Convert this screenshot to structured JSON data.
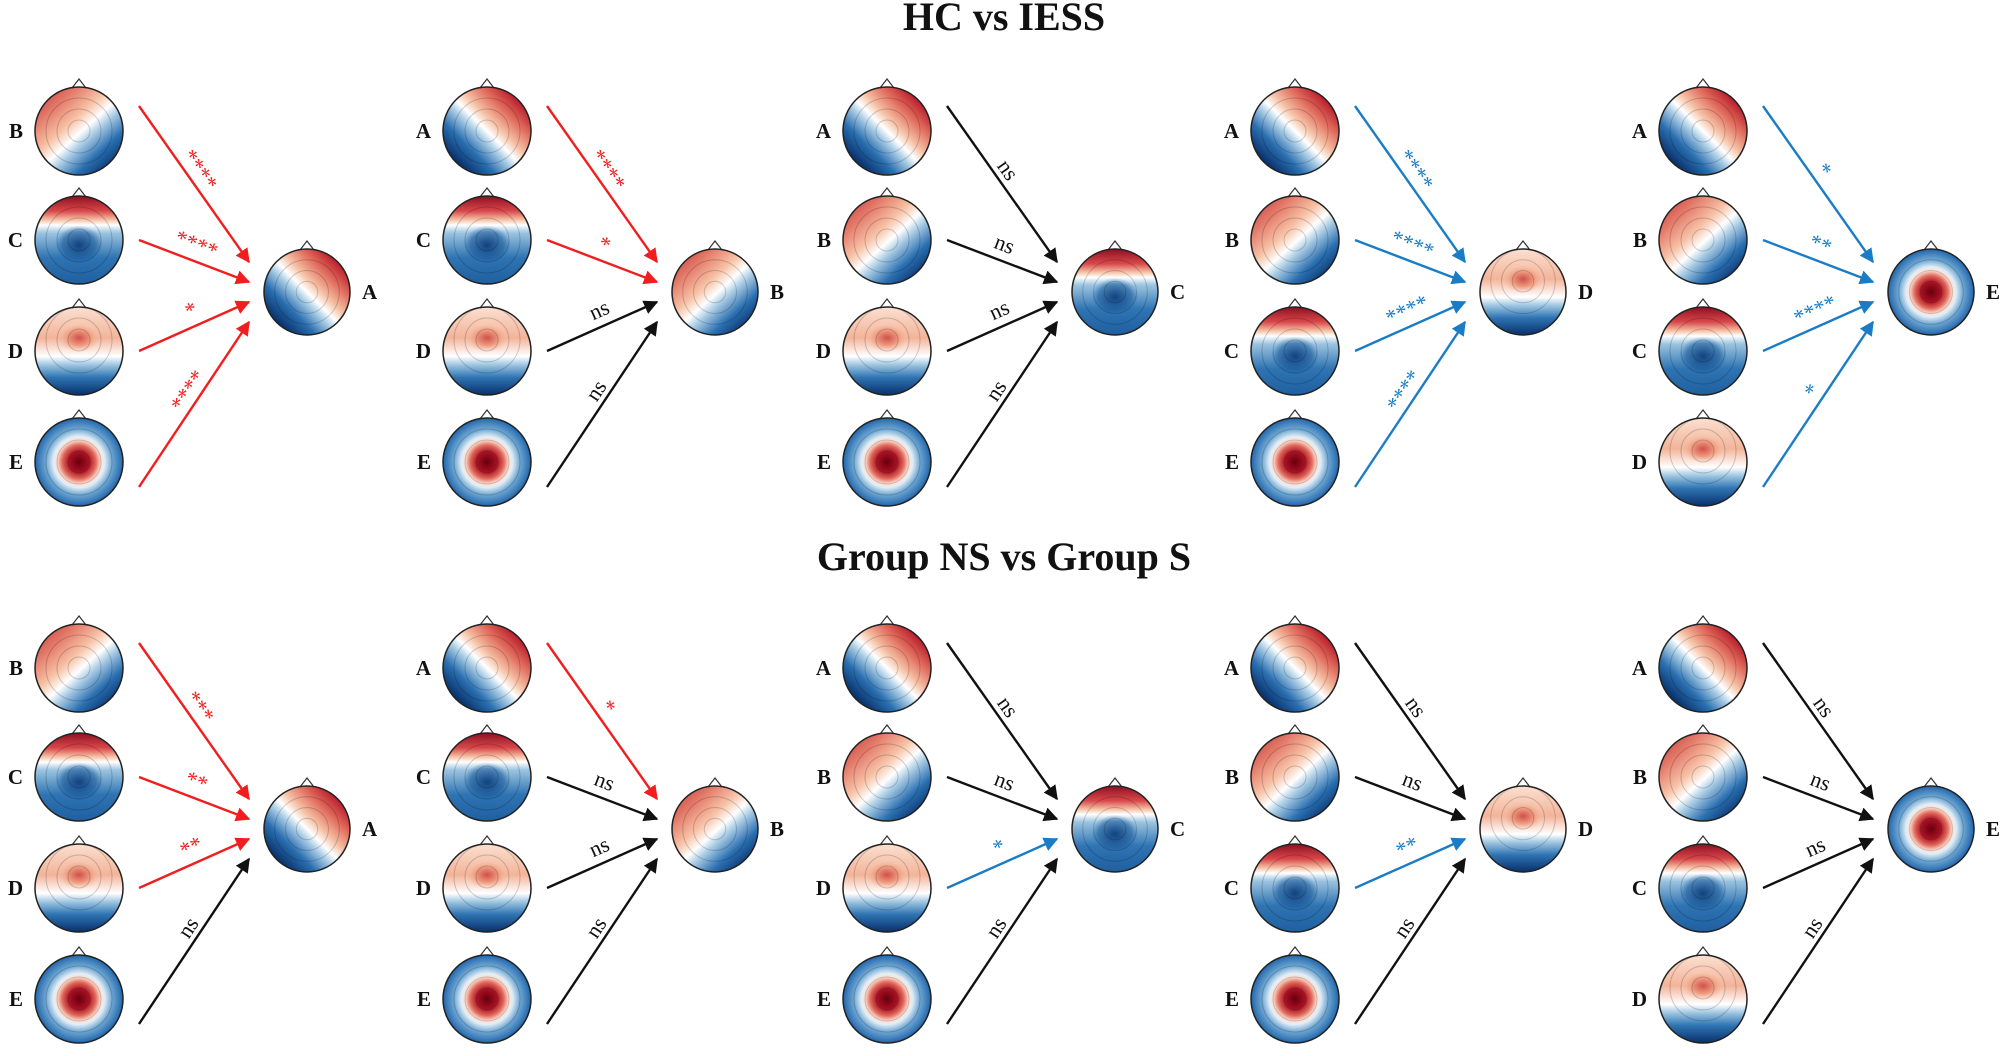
{
  "sections": [
    {
      "title": "HC vs IESS",
      "panels": [
        {
          "target": "A",
          "sources": [
            {
              "label": "B",
              "sig": "****",
              "dir": "up"
            },
            {
              "label": "C",
              "sig": "****",
              "dir": "up"
            },
            {
              "label": "D",
              "sig": "*",
              "dir": "up"
            },
            {
              "label": "E",
              "sig": "****",
              "dir": "up"
            }
          ]
        },
        {
          "target": "B",
          "sources": [
            {
              "label": "A",
              "sig": "****",
              "dir": "up"
            },
            {
              "label": "C",
              "sig": "*",
              "dir": "up"
            },
            {
              "label": "D",
              "sig": "ns",
              "dir": "ns"
            },
            {
              "label": "E",
              "sig": "ns",
              "dir": "ns"
            }
          ]
        },
        {
          "target": "C",
          "sources": [
            {
              "label": "A",
              "sig": "ns",
              "dir": "ns"
            },
            {
              "label": "B",
              "sig": "ns",
              "dir": "ns"
            },
            {
              "label": "D",
              "sig": "ns",
              "dir": "ns"
            },
            {
              "label": "E",
              "sig": "ns",
              "dir": "ns"
            }
          ]
        },
        {
          "target": "D",
          "sources": [
            {
              "label": "A",
              "sig": "****",
              "dir": "down"
            },
            {
              "label": "B",
              "sig": "****",
              "dir": "down"
            },
            {
              "label": "C",
              "sig": "****",
              "dir": "down"
            },
            {
              "label": "E",
              "sig": "****",
              "dir": "down"
            }
          ]
        },
        {
          "target": "E",
          "sources": [
            {
              "label": "A",
              "sig": "*",
              "dir": "down"
            },
            {
              "label": "B",
              "sig": "**",
              "dir": "down"
            },
            {
              "label": "C",
              "sig": "****",
              "dir": "down"
            },
            {
              "label": "D",
              "sig": "*",
              "dir": "down"
            }
          ]
        }
      ]
    },
    {
      "title": "Group NS vs Group S",
      "panels": [
        {
          "target": "A",
          "sources": [
            {
              "label": "B",
              "sig": "***",
              "dir": "up"
            },
            {
              "label": "C",
              "sig": "**",
              "dir": "up"
            },
            {
              "label": "D",
              "sig": "**",
              "dir": "up"
            },
            {
              "label": "E",
              "sig": "ns",
              "dir": "ns"
            }
          ]
        },
        {
          "target": "B",
          "sources": [
            {
              "label": "A",
              "sig": "*",
              "dir": "up"
            },
            {
              "label": "C",
              "sig": "ns",
              "dir": "ns"
            },
            {
              "label": "D",
              "sig": "ns",
              "dir": "ns"
            },
            {
              "label": "E",
              "sig": "ns",
              "dir": "ns"
            }
          ]
        },
        {
          "target": "C",
          "sources": [
            {
              "label": "A",
              "sig": "ns",
              "dir": "ns"
            },
            {
              "label": "B",
              "sig": "ns",
              "dir": "ns"
            },
            {
              "label": "D",
              "sig": "*",
              "dir": "down"
            },
            {
              "label": "E",
              "sig": "ns",
              "dir": "ns"
            }
          ]
        },
        {
          "target": "D",
          "sources": [
            {
              "label": "A",
              "sig": "ns",
              "dir": "ns"
            },
            {
              "label": "B",
              "sig": "ns",
              "dir": "ns"
            },
            {
              "label": "C",
              "sig": "**",
              "dir": "down"
            },
            {
              "label": "E",
              "sig": "ns",
              "dir": "ns"
            }
          ]
        },
        {
          "target": "E",
          "sources": [
            {
              "label": "A",
              "sig": "ns",
              "dir": "ns"
            },
            {
              "label": "B",
              "sig": "ns",
              "dir": "ns"
            },
            {
              "label": "C",
              "sig": "ns",
              "dir": "ns"
            },
            {
              "label": "D",
              "sig": "ns",
              "dir": "ns"
            }
          ]
        }
      ]
    }
  ],
  "colors": {
    "increase": "#f01e1e",
    "decrease": "#1a7cc4",
    "nonsignificant": "#111111"
  }
}
